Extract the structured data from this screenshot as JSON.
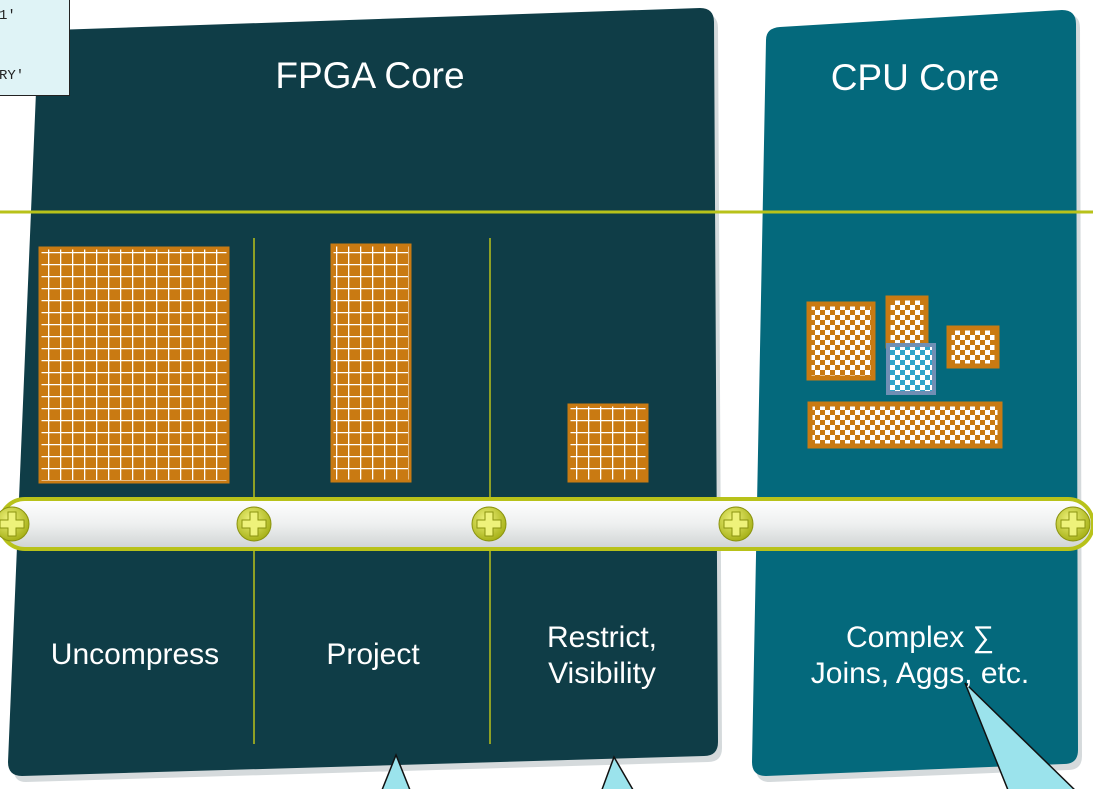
{
  "note": {
    "line1": "1'",
    "line2": "RY'"
  },
  "fpga_panel": {
    "title": "FPGA Core",
    "color": "#0f3d47",
    "stages": [
      {
        "label": "Uncompress"
      },
      {
        "label": "Project"
      },
      {
        "label_line1": "Restrict,",
        "label_line2": "Visibility"
      }
    ]
  },
  "cpu_panel": {
    "title": "CPU Core",
    "color": "#04697c",
    "label_line1": "Complex ∑",
    "label_line2": "Joins, Aggs, etc."
  },
  "colors": {
    "divider_line": "#b8c21a",
    "data_block": "#c97a12",
    "highlight_block": "#3aa8c9",
    "pipe": "#e9ecec",
    "callout": "#9be3ec"
  },
  "icons": [
    "screw-icon"
  ]
}
